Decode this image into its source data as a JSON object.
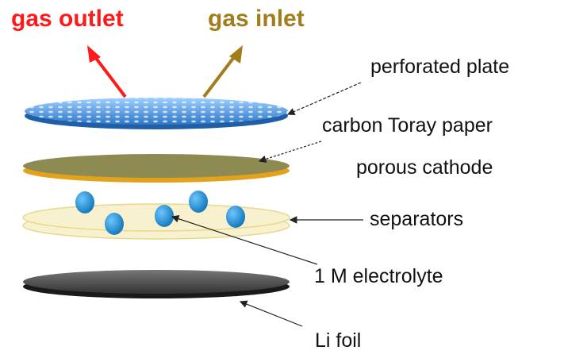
{
  "headers": {
    "gas_outlet": {
      "text": "gas outlet",
      "color": "#ff1a1a"
    },
    "gas_inlet": {
      "text": "gas inlet",
      "color": "#a27d1b"
    }
  },
  "labels": {
    "perforated_plate": "perforated plate",
    "carbon_paper": "carbon Toray paper",
    "porous_cathode": "porous cathode",
    "separators": "separators",
    "electrolyte": "1 M electrolyte",
    "li_foil": "Li foil"
  },
  "colors": {
    "perforated_plate": "#3a8fe0",
    "cathode": "#8e8b52",
    "cathode_rim": "#e2a21c",
    "separator": "#f7f1cf",
    "separator_rim": "#e8d98a",
    "electrolyte_drop": "#1f8ed0",
    "li_foil": "#4a4a4a"
  },
  "icons": [
    "outlet-arrow-icon",
    "inlet-arrow-icon",
    "electrolyte-drop-icon"
  ]
}
